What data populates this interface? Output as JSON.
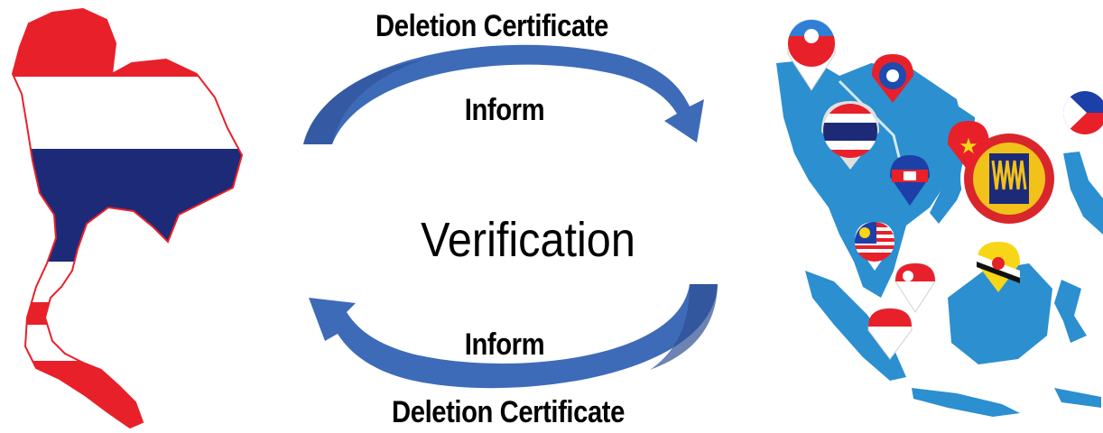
{
  "labels": {
    "top_certificate": "Deletion Certificate",
    "top_inform": "Inform",
    "center": "Verification",
    "bottom_inform": "Inform",
    "bottom_certificate": "Deletion Certificate"
  },
  "colors": {
    "arrow": "#3d6bb8",
    "arrow_dark": "#2d4f94",
    "thai_red": "#e8202a",
    "thai_blue": "#1d2a78",
    "sea_map": "#2b8fd0",
    "asean_red": "#d9262c",
    "asean_gold": "#f2c21b"
  },
  "icons": {
    "left_map": "thailand-flag-map-icon",
    "right_map": "southeast-asia-flags-map-icon"
  }
}
